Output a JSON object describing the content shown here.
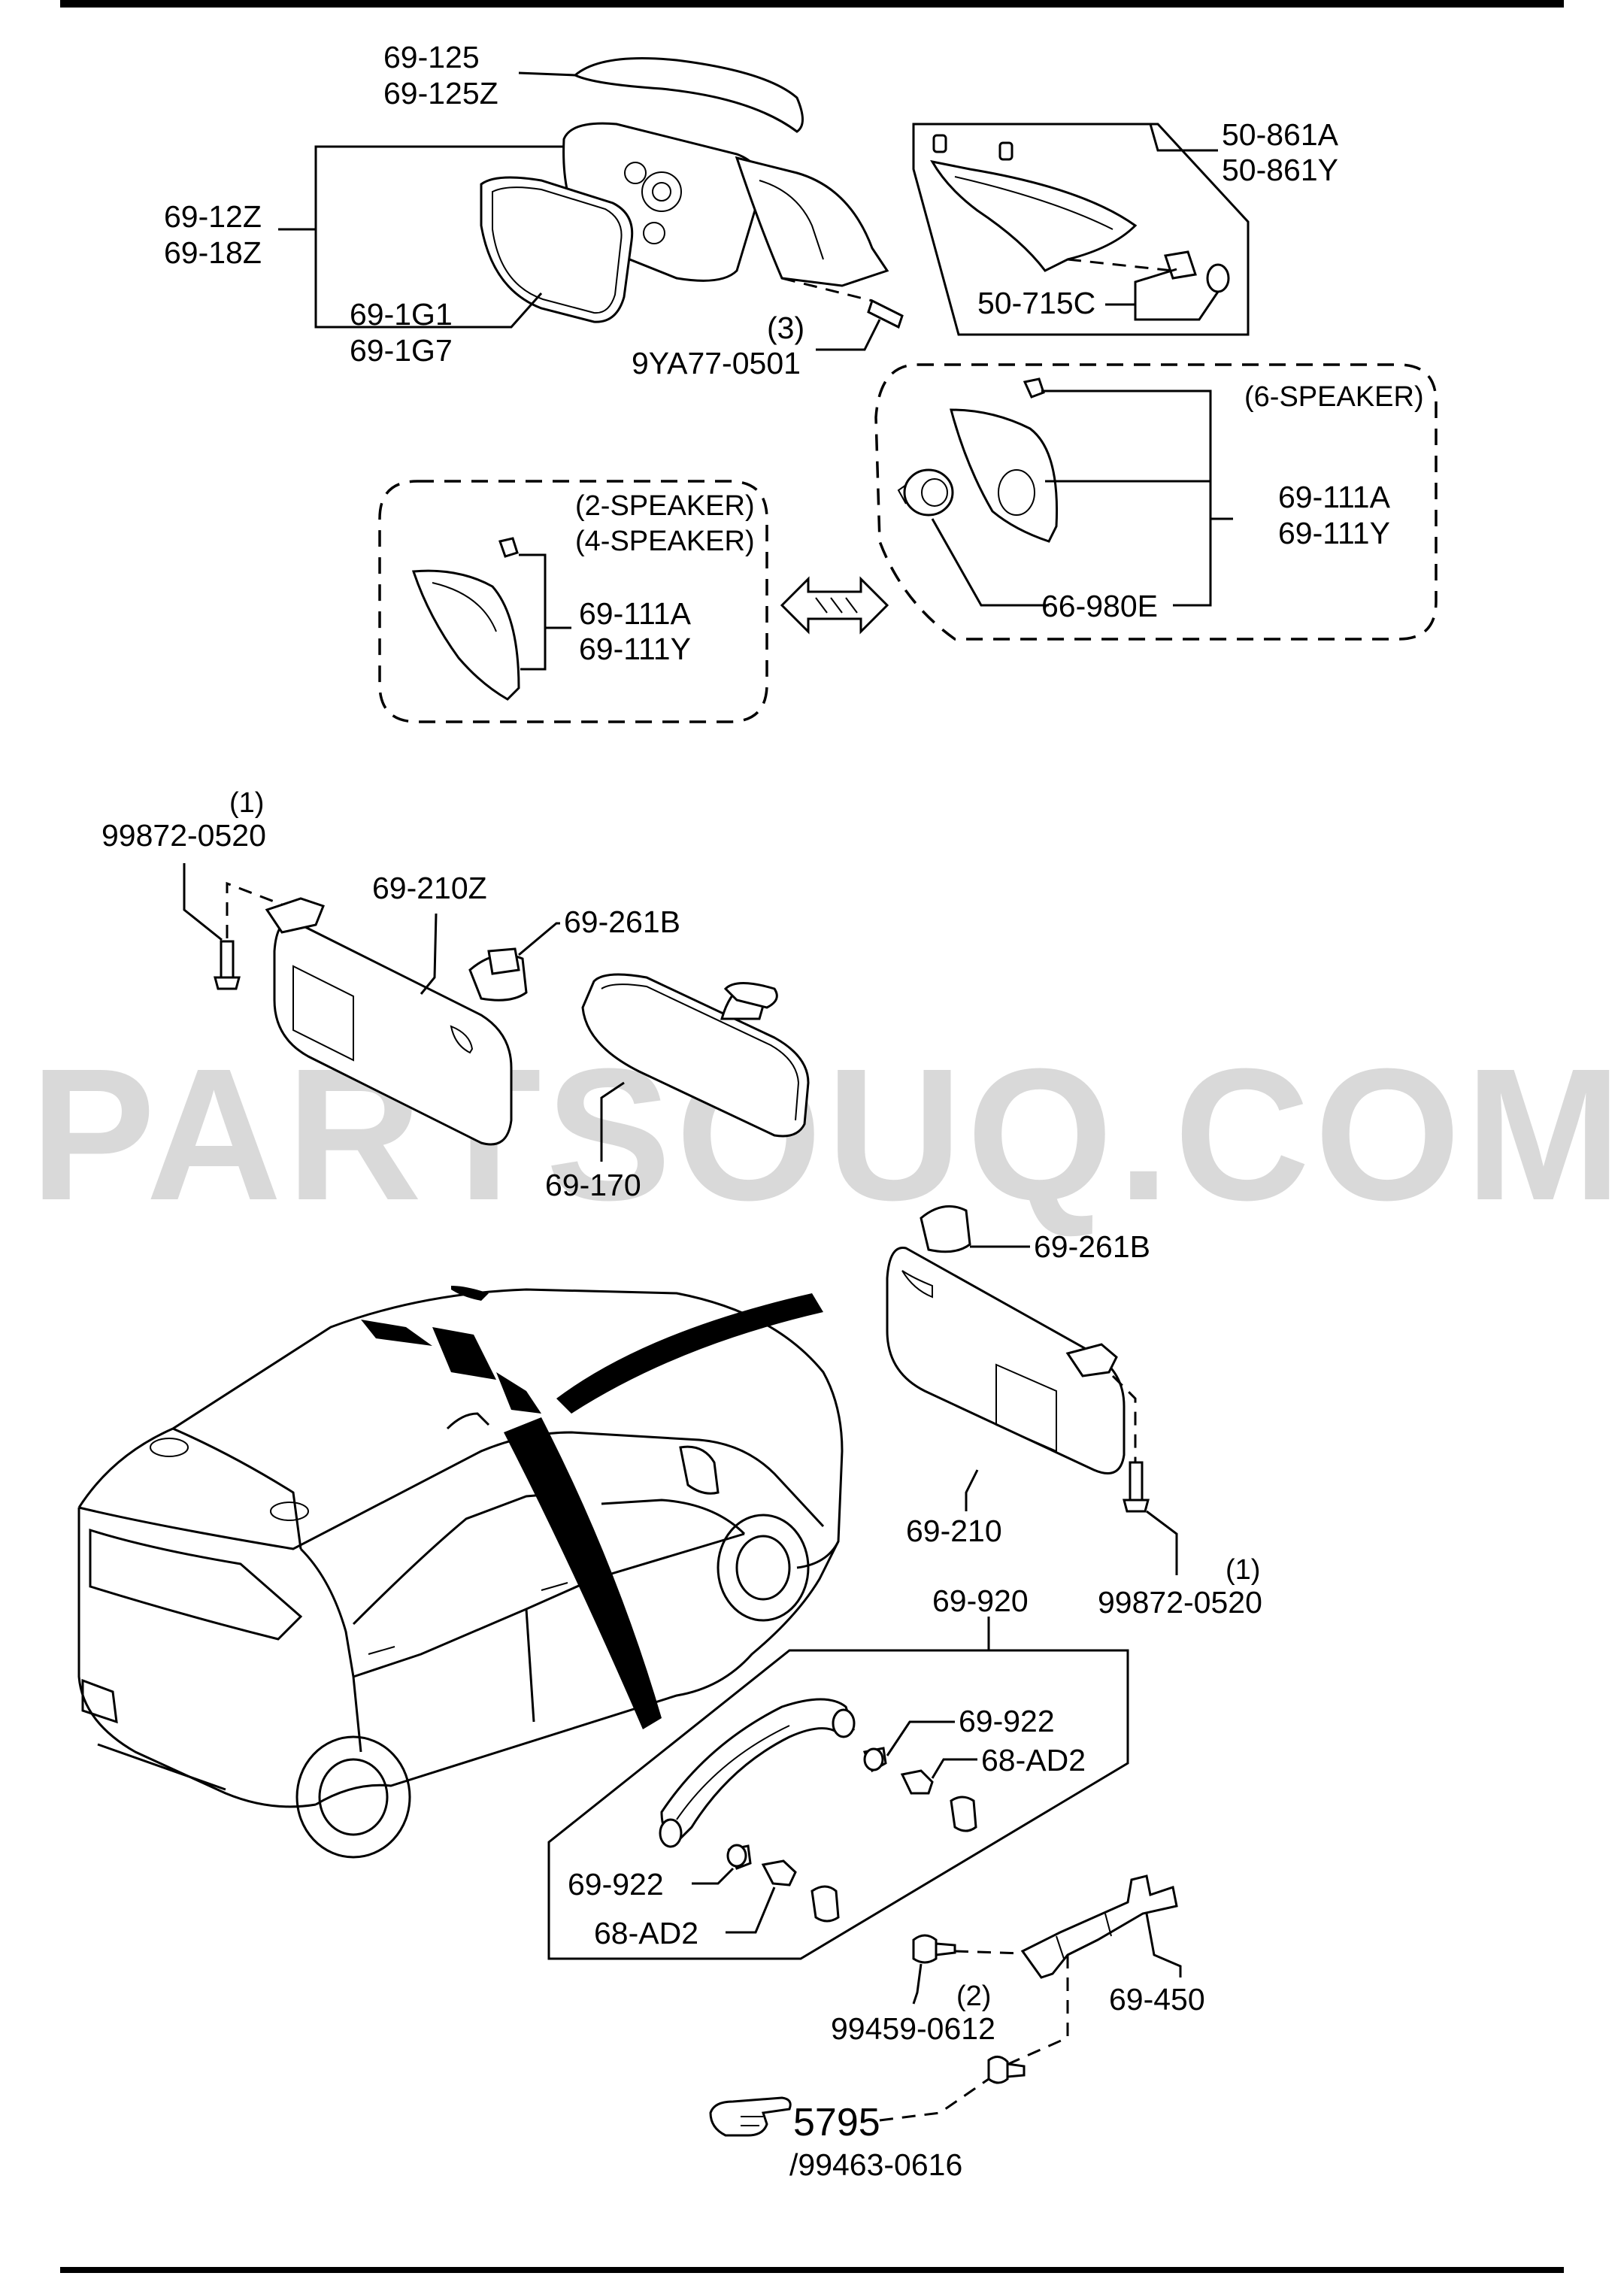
{
  "watermark": "PARTSOUQ.COM",
  "labels": {
    "p69_125": "69-125",
    "p69_125z": "69-125Z",
    "p69_12z": "69-12Z",
    "p69_18z": "69-18Z",
    "p69_1g1": "69-1G1",
    "p69_1g7": "69-1G7",
    "qty3": "(3)",
    "p9ya77": "9YA77-0501",
    "p50_861a": "50-861A",
    "p50_861y": "50-861Y",
    "p50_715c": "50-715C",
    "six_speaker": "(6-SPEAKER)",
    "p69_111a_r": "69-111A",
    "p69_111y_r": "69-111Y",
    "p66_980e": "66-980E",
    "two_speaker": "(2-SPEAKER)",
    "four_speaker": "(4-SPEAKER)",
    "p69_111a_l": "69-111A",
    "p69_111y_l": "69-111Y",
    "qty1_a": "(1)",
    "p99872_a": "99872-0520",
    "p69_210z": "69-210Z",
    "p69_261b_a": "69-261B",
    "p69_170": "69-170",
    "p69_261b_b": "69-261B",
    "p69_210": "69-210",
    "qty1_b": "(1)",
    "p99872_b": "99872-0520",
    "p69_920": "69-920",
    "p69_922_a": "69-922",
    "p68_ad2_a": "68-AD2",
    "p69_922_b": "69-922",
    "p68_ad2_b": "68-AD2",
    "qty2": "(2)",
    "p99459": "99459-0612",
    "p69_450": "69-450",
    "ref5795": "5795",
    "p99463": "/99463-0616"
  }
}
